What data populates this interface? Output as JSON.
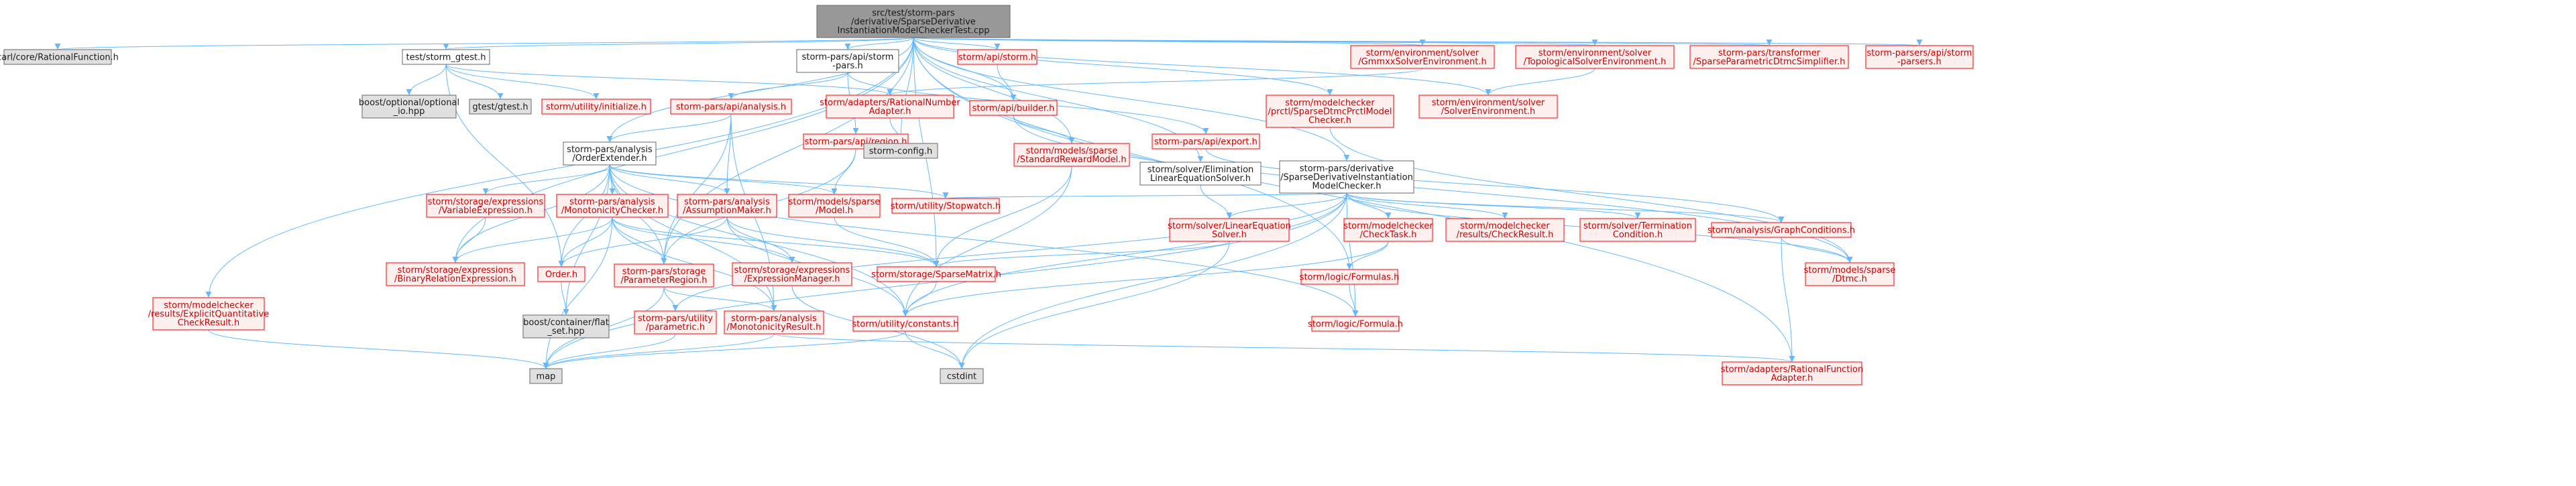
{
  "colors": {
    "edge": "#63b8ff",
    "root_fill": "#999999",
    "gray_fill": "#e0e0e0",
    "white_fill": "#ffffff",
    "red_text": "#cc0000",
    "red_border": "#ff0000",
    "red_fill": "#fff0f0",
    "black_text": "#1a1a1a",
    "dark_border": "#666666"
  },
  "nodes": [
    {
      "id": "root",
      "lines": [
        "src/test/storm-pars",
        "/derivative/SparseDerivative",
        "InstantiationModelCheckerTest.cpp"
      ],
      "style": "root"
    },
    {
      "id": "ratfunc",
      "lines": [
        "carl/core/RationalFunction.h"
      ],
      "style": "gray"
    },
    {
      "id": "gtest_h",
      "lines": [
        "test/storm_gtest.h"
      ],
      "style": "white"
    },
    {
      "id": "optional_io",
      "lines": [
        "boost/optional/optional",
        "_io.hpp"
      ],
      "style": "gray"
    },
    {
      "id": "gtest",
      "lines": [
        "gtest/gtest.h"
      ],
      "style": "gray"
    },
    {
      "id": "initialize",
      "lines": [
        "storm/utility/initialize.h"
      ],
      "style": "red"
    },
    {
      "id": "pars_h",
      "lines": [
        "storm-pars/api/storm",
        "-pars.h"
      ],
      "style": "white"
    },
    {
      "id": "analysis_h",
      "lines": [
        "storm-pars/api/analysis.h"
      ],
      "style": "red"
    },
    {
      "id": "region_h",
      "lines": [
        "storm-pars/api/region.h"
      ],
      "style": "red"
    },
    {
      "id": "ratnum",
      "lines": [
        "storm/adapters/RationalNumber",
        "Adapter.h"
      ],
      "style": "red"
    },
    {
      "id": "config",
      "lines": [
        "storm-config.h"
      ],
      "style": "gray"
    },
    {
      "id": "api_storm",
      "lines": [
        "storm/api/storm.h"
      ],
      "style": "red"
    },
    {
      "id": "builder",
      "lines": [
        "storm/api/builder.h"
      ],
      "style": "red"
    },
    {
      "id": "export",
      "lines": [
        "storm-pars/api/export.h"
      ],
      "style": "red"
    },
    {
      "id": "gmmxx",
      "lines": [
        "storm/environment/solver",
        "/GmmxxSolverEnvironment.h"
      ],
      "style": "red"
    },
    {
      "id": "topo",
      "lines": [
        "storm/environment/solver",
        "/TopologicalSolverEnvironment.h"
      ],
      "style": "red"
    },
    {
      "id": "solverenv",
      "lines": [
        "storm/environment/solver",
        "/SolverEnvironment.h"
      ],
      "style": "red"
    },
    {
      "id": "transformer",
      "lines": [
        "storm-pars/transformer",
        "/SparseParametricDtmcSimplifier.h"
      ],
      "style": "red"
    },
    {
      "id": "parsers",
      "lines": [
        "storm-parsers/api/storm",
        "-parsers.h"
      ],
      "style": "red"
    },
    {
      "id": "prctl",
      "lines": [
        "storm/modelchecker",
        "/prctl/SparseDtmcPrctlModel",
        "Checker.h"
      ],
      "style": "red"
    },
    {
      "id": "orderext",
      "lines": [
        "storm-pars/analysis",
        "/OrderExtender.h"
      ],
      "style": "white"
    },
    {
      "id": "stdreward",
      "lines": [
        "storm/models/sparse",
        "/StandardRewardModel.h"
      ],
      "style": "red"
    },
    {
      "id": "elimsolver",
      "lines": [
        "storm/solver/Elimination",
        "LinearEquationSolver.h"
      ],
      "style": "white"
    },
    {
      "id": "derivchecker",
      "lines": [
        "storm-pars/derivative",
        "/SparseDerivativeInstantiation",
        "ModelChecker.h"
      ],
      "style": "white"
    },
    {
      "id": "varexpr",
      "lines": [
        "storm/storage/expressions",
        "/VariableExpression.h"
      ],
      "style": "red"
    },
    {
      "id": "monochecker",
      "lines": [
        "storm-pars/analysis",
        "/MonotonicityChecker.h"
      ],
      "style": "red"
    },
    {
      "id": "assumption",
      "lines": [
        "storm-pars/analysis",
        "/AssumptionMaker.h"
      ],
      "style": "red"
    },
    {
      "id": "model_h",
      "lines": [
        "storm/models/sparse",
        "/Model.h"
      ],
      "style": "red"
    },
    {
      "id": "stopwatch",
      "lines": [
        "storm/utility/Stopwatch.h"
      ],
      "style": "red"
    },
    {
      "id": "linsolver",
      "lines": [
        "storm/solver/LinearEquation",
        "Solver.h"
      ],
      "style": "red"
    },
    {
      "id": "checktask",
      "lines": [
        "storm/modelchecker",
        "/CheckTask.h"
      ],
      "style": "red"
    },
    {
      "id": "checkresult",
      "lines": [
        "storm/modelchecker",
        "/results/CheckResult.h"
      ],
      "style": "red"
    },
    {
      "id": "termination",
      "lines": [
        "storm/solver/Termination",
        "Condition.h"
      ],
      "style": "red"
    },
    {
      "id": "graphcond",
      "lines": [
        "storm/analysis/GraphConditions.h"
      ],
      "style": "red"
    },
    {
      "id": "dtmc",
      "lines": [
        "storm/models/sparse",
        "/Dtmc.h"
      ],
      "style": "red"
    },
    {
      "id": "binrel",
      "lines": [
        "storm/storage/expressions",
        "/BinaryRelationExpression.h"
      ],
      "style": "red"
    },
    {
      "id": "order",
      "lines": [
        "Order.h"
      ],
      "style": "red"
    },
    {
      "id": "paramregion",
      "lines": [
        "storm-pars/storage",
        "/ParameterRegion.h"
      ],
      "style": "red"
    },
    {
      "id": "exprmgr",
      "lines": [
        "storm/storage/expressions",
        "/ExpressionManager.h"
      ],
      "style": "red"
    },
    {
      "id": "sparsematrix",
      "lines": [
        "storm/storage/SparseMatrix.h"
      ],
      "style": "red"
    },
    {
      "id": "formulas",
      "lines": [
        "storm/logic/Formulas.h"
      ],
      "style": "red"
    },
    {
      "id": "explicitquant",
      "lines": [
        "storm/modelchecker",
        "/results/ExplicitQuantitative",
        "CheckResult.h"
      ],
      "style": "red"
    },
    {
      "id": "flatset",
      "lines": [
        "boost/container/flat",
        "_set.hpp"
      ],
      "style": "gray"
    },
    {
      "id": "parametric",
      "lines": [
        "storm-pars/utility",
        "/parametric.h"
      ],
      "style": "red"
    },
    {
      "id": "monoresult",
      "lines": [
        "storm-pars/analysis",
        "/MonotonicityResult.h"
      ],
      "style": "red"
    },
    {
      "id": "constants",
      "lines": [
        "storm/utility/constants.h"
      ],
      "style": "red"
    },
    {
      "id": "formula",
      "lines": [
        "storm/logic/Formula.h"
      ],
      "style": "red"
    },
    {
      "id": "map",
      "lines": [
        "map"
      ],
      "style": "gray"
    },
    {
      "id": "cstdint",
      "lines": [
        "cstdint"
      ],
      "style": "gray"
    },
    {
      "id": "ratfuncadapter",
      "lines": [
        "storm/adapters/RationalFunction",
        "Adapter.h"
      ],
      "style": "red"
    }
  ],
  "edges": [
    [
      "root",
      "ratfunc"
    ],
    [
      "root",
      "gtest_h"
    ],
    [
      "root",
      "pars_h"
    ],
    [
      "root",
      "api_storm"
    ],
    [
      "root",
      "gmmxx"
    ],
    [
      "root",
      "topo"
    ],
    [
      "root",
      "transformer"
    ],
    [
      "root",
      "parsers"
    ],
    [
      "root",
      "config"
    ],
    [
      "root",
      "builder"
    ],
    [
      "root",
      "prctl"
    ],
    [
      "root",
      "orderext"
    ],
    [
      "root",
      "stdreward"
    ],
    [
      "root",
      "elimsolver"
    ],
    [
      "root",
      "derivchecker"
    ],
    [
      "root",
      "solverenv"
    ],
    [
      "root",
      "explicitquant"
    ],
    [
      "root",
      "binrel"
    ],
    [
      "root",
      "paramregion"
    ],
    [
      "root",
      "sparsematrix"
    ],
    [
      "root",
      "formulas"
    ],
    [
      "root",
      "ratfuncadapter"
    ],
    [
      "gtest_h",
      "optional_io"
    ],
    [
      "gtest_h",
      "gtest"
    ],
    [
      "gtest_h",
      "initialize"
    ],
    [
      "gtest_h",
      "ratnum"
    ],
    [
      "gtest_h",
      "order"
    ],
    [
      "pars_h",
      "analysis_h"
    ],
    [
      "pars_h",
      "region_h"
    ],
    [
      "pars_h",
      "export"
    ],
    [
      "analysis_h",
      "orderext"
    ],
    [
      "analysis_h",
      "assumption"
    ],
    [
      "analysis_h",
      "monoresult"
    ],
    [
      "analysis_h",
      "paramregion"
    ],
    [
      "region_h",
      "model_h"
    ],
    [
      "region_h",
      "paramregion"
    ],
    [
      "ratnum",
      "config"
    ],
    [
      "api_storm",
      "builder"
    ],
    [
      "builder",
      "stdreward"
    ],
    [
      "builder",
      "dtmc"
    ],
    [
      "export",
      "graphcond"
    ],
    [
      "gmmxx",
      "ratnum"
    ],
    [
      "topo",
      "solverenv"
    ],
    [
      "prctl",
      "dtmc"
    ],
    [
      "orderext",
      "varexpr"
    ],
    [
      "orderext",
      "monochecker"
    ],
    [
      "orderext",
      "assumption"
    ],
    [
      "orderext",
      "model_h"
    ],
    [
      "orderext",
      "stopwatch"
    ],
    [
      "orderext",
      "binrel"
    ],
    [
      "orderext",
      "order"
    ],
    [
      "orderext",
      "paramregion"
    ],
    [
      "orderext",
      "monoresult"
    ],
    [
      "orderext",
      "constants"
    ],
    [
      "orderext",
      "formula"
    ],
    [
      "orderext",
      "flatset"
    ],
    [
      "stdreward",
      "sparsematrix"
    ],
    [
      "stdreward",
      "constants"
    ],
    [
      "elimsolver",
      "linsolver"
    ],
    [
      "derivchecker",
      "stopwatch"
    ],
    [
      "derivchecker",
      "linsolver"
    ],
    [
      "derivchecker",
      "checktask"
    ],
    [
      "derivchecker",
      "checkresult"
    ],
    [
      "derivchecker",
      "termination"
    ],
    [
      "derivchecker",
      "graphcond"
    ],
    [
      "derivchecker",
      "dtmc"
    ],
    [
      "derivchecker",
      "parametric"
    ],
    [
      "derivchecker",
      "constants"
    ],
    [
      "derivchecker",
      "formula"
    ],
    [
      "derivchecker",
      "map"
    ],
    [
      "derivchecker",
      "cstdint"
    ],
    [
      "varexpr",
      "binrel"
    ],
    [
      "monochecker",
      "binrel"
    ],
    [
      "monochecker",
      "order"
    ],
    [
      "monochecker",
      "paramregion"
    ],
    [
      "monochecker",
      "exprmgr"
    ],
    [
      "monochecker",
      "monoresult"
    ],
    [
      "monochecker",
      "sparsematrix"
    ],
    [
      "monochecker",
      "map"
    ],
    [
      "assumption",
      "order"
    ],
    [
      "assumption",
      "exprmgr"
    ],
    [
      "assumption",
      "sparsematrix"
    ],
    [
      "assumption",
      "constants"
    ],
    [
      "model_h",
      "sparsematrix"
    ],
    [
      "linsolver",
      "sparsematrix"
    ],
    [
      "linsolver",
      "cstdint"
    ],
    [
      "checktask",
      "formulas"
    ],
    [
      "checktask",
      "constants"
    ],
    [
      "graphcond",
      "dtmc"
    ],
    [
      "graphcond",
      "ratfuncadapter"
    ],
    [
      "order",
      "flatset"
    ],
    [
      "paramregion",
      "parametric"
    ],
    [
      "paramregion",
      "monoresult"
    ],
    [
      "paramregion",
      "map"
    ],
    [
      "exprmgr",
      "cstdint"
    ],
    [
      "sparsematrix",
      "constants"
    ],
    [
      "formulas",
      "formula"
    ],
    [
      "explicitquant",
      "map"
    ],
    [
      "parametric",
      "map"
    ],
    [
      "monoresult",
      "map"
    ],
    [
      "monoresult",
      "ratfuncadapter"
    ],
    [
      "constants",
      "map"
    ],
    [
      "constants",
      "cstdint"
    ]
  ]
}
